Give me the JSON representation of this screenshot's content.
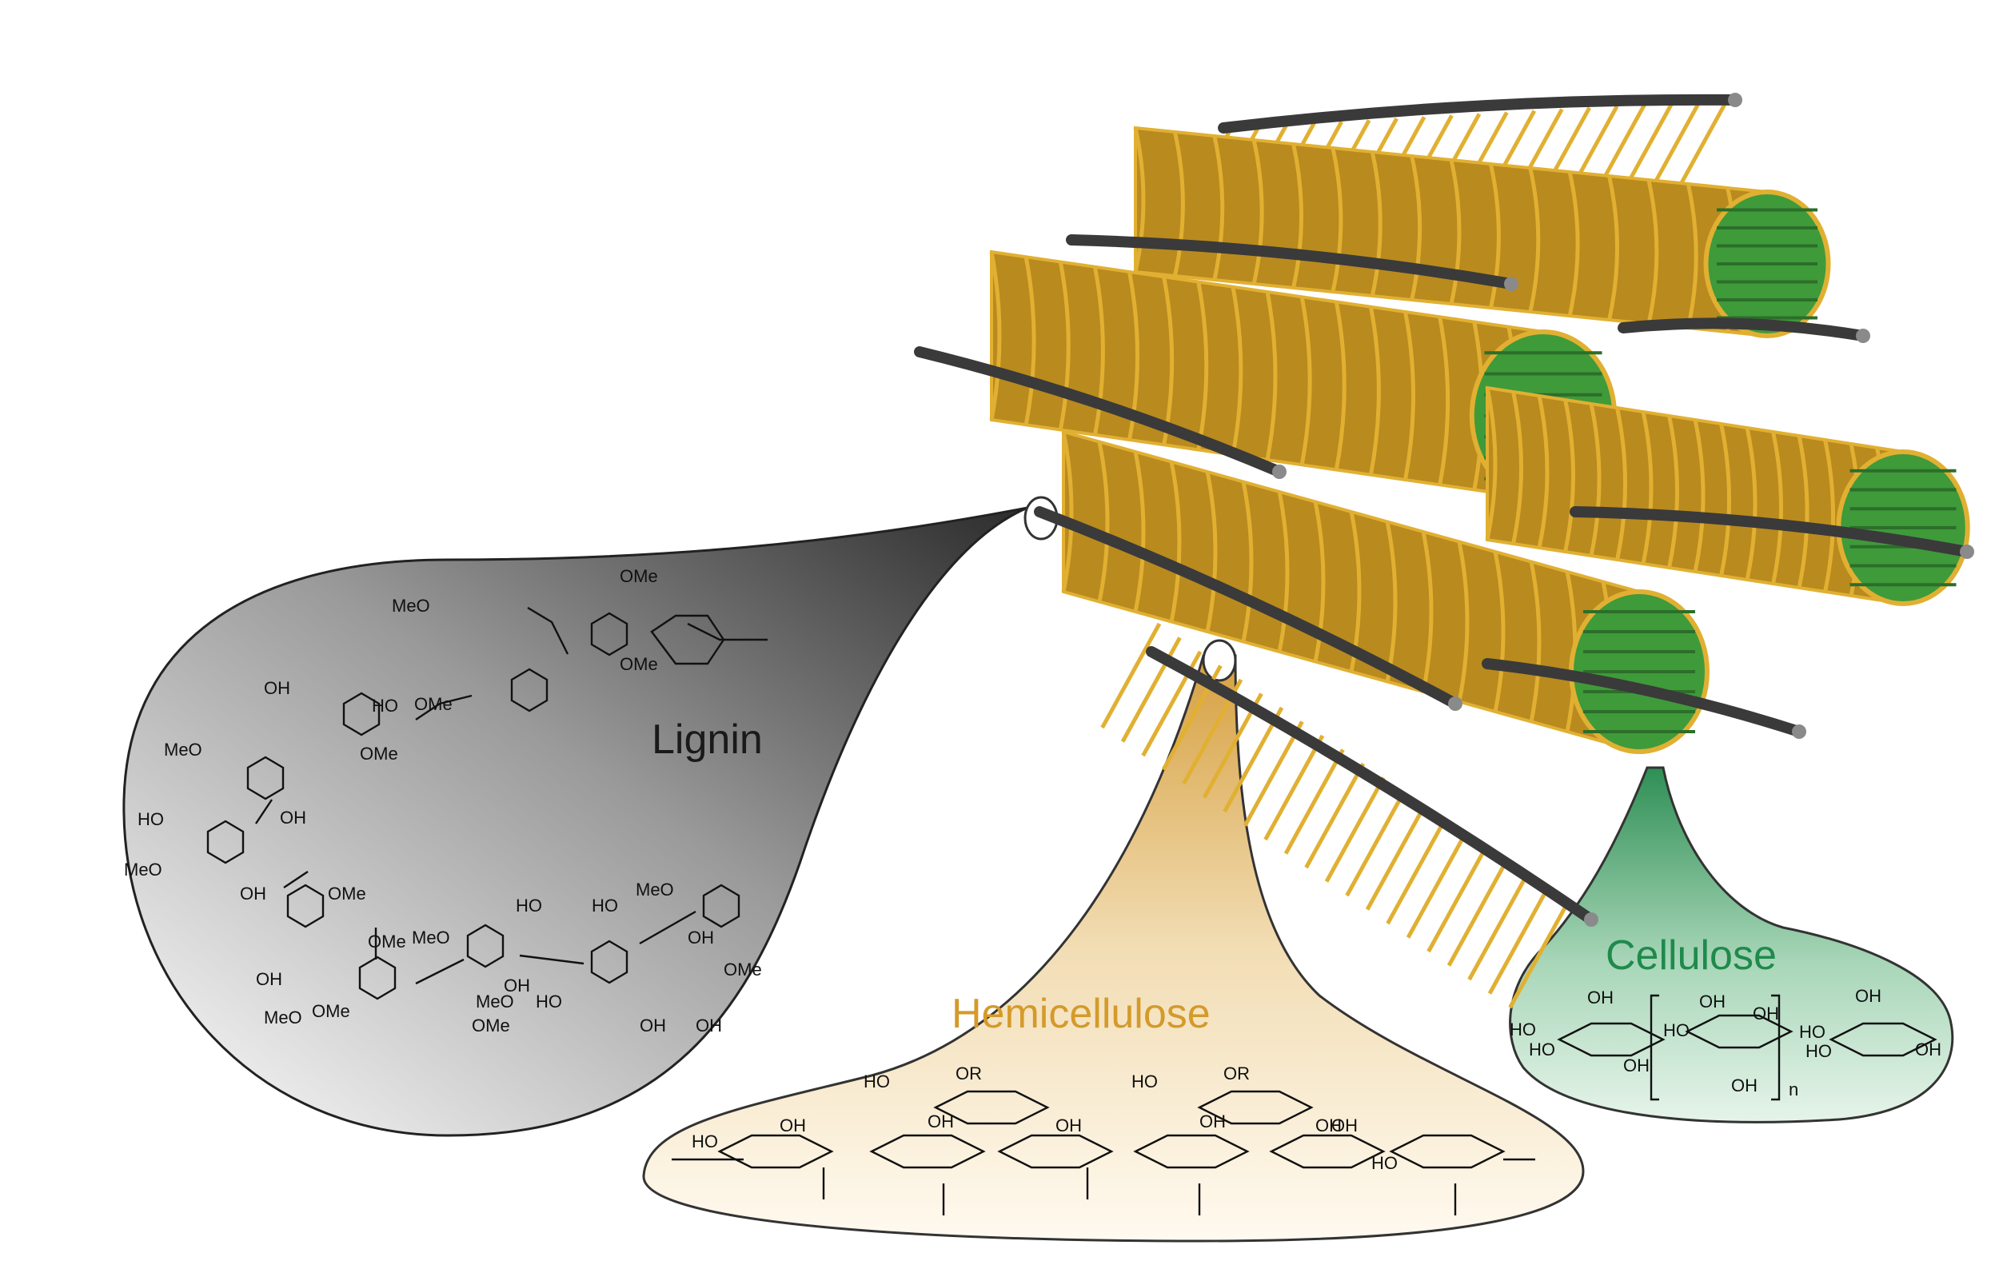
{
  "colors": {
    "lignin": "#1a1a1a",
    "hemicellulose": "#d49a2a",
    "cellulose": "#1f8a4c",
    "cellulose_fibril": "#3f9a3a",
    "hemicellulose_strand": "#e1b032",
    "lignin_rod": "#3a3a3a"
  },
  "callouts": {
    "lignin": {
      "title": "Lignin",
      "groups": [
        "MeO",
        "OMe",
        "OMe",
        "OH",
        "HO",
        "OMe",
        "OMe",
        "MeO",
        "HO",
        "OH",
        "MeO",
        "OH",
        "OMe",
        "MeO",
        "OH",
        "OMe",
        "MeO",
        "OMe",
        "HO",
        "HO",
        "MeO",
        "OH",
        "OH",
        "HO",
        "MeO",
        "OMe",
        "OH",
        "OH",
        "OMe"
      ]
    },
    "hemicellulose": {
      "title": "Hemicellulose",
      "groups": [
        "HO",
        "OR",
        "OH",
        "HO",
        "OH",
        "OH",
        "HO",
        "OR",
        "OH",
        "OH",
        "OH",
        "HO"
      ]
    },
    "cellulose": {
      "title": "Cellulose",
      "groups": [
        "OH",
        "HO",
        "HO",
        "OH",
        "HO",
        "OH",
        "OH",
        "OH",
        "HO",
        "HO",
        "OH",
        "OH",
        "n"
      ]
    }
  }
}
